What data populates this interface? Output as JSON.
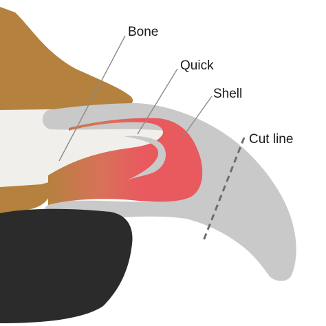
{
  "labels": {
    "bone": "Bone",
    "quick": "Quick",
    "shell": "Shell",
    "cut_line": "Cut line"
  },
  "colors": {
    "background": "#ffffff",
    "fur_brown": "#b5813f",
    "bone_white": "#f1efeb",
    "quick_red": "#e85a5e",
    "shell_grey": "#c9c9c9",
    "pad_dark": "#2b2b2b",
    "cut_line": "#6e6e6e"
  }
}
